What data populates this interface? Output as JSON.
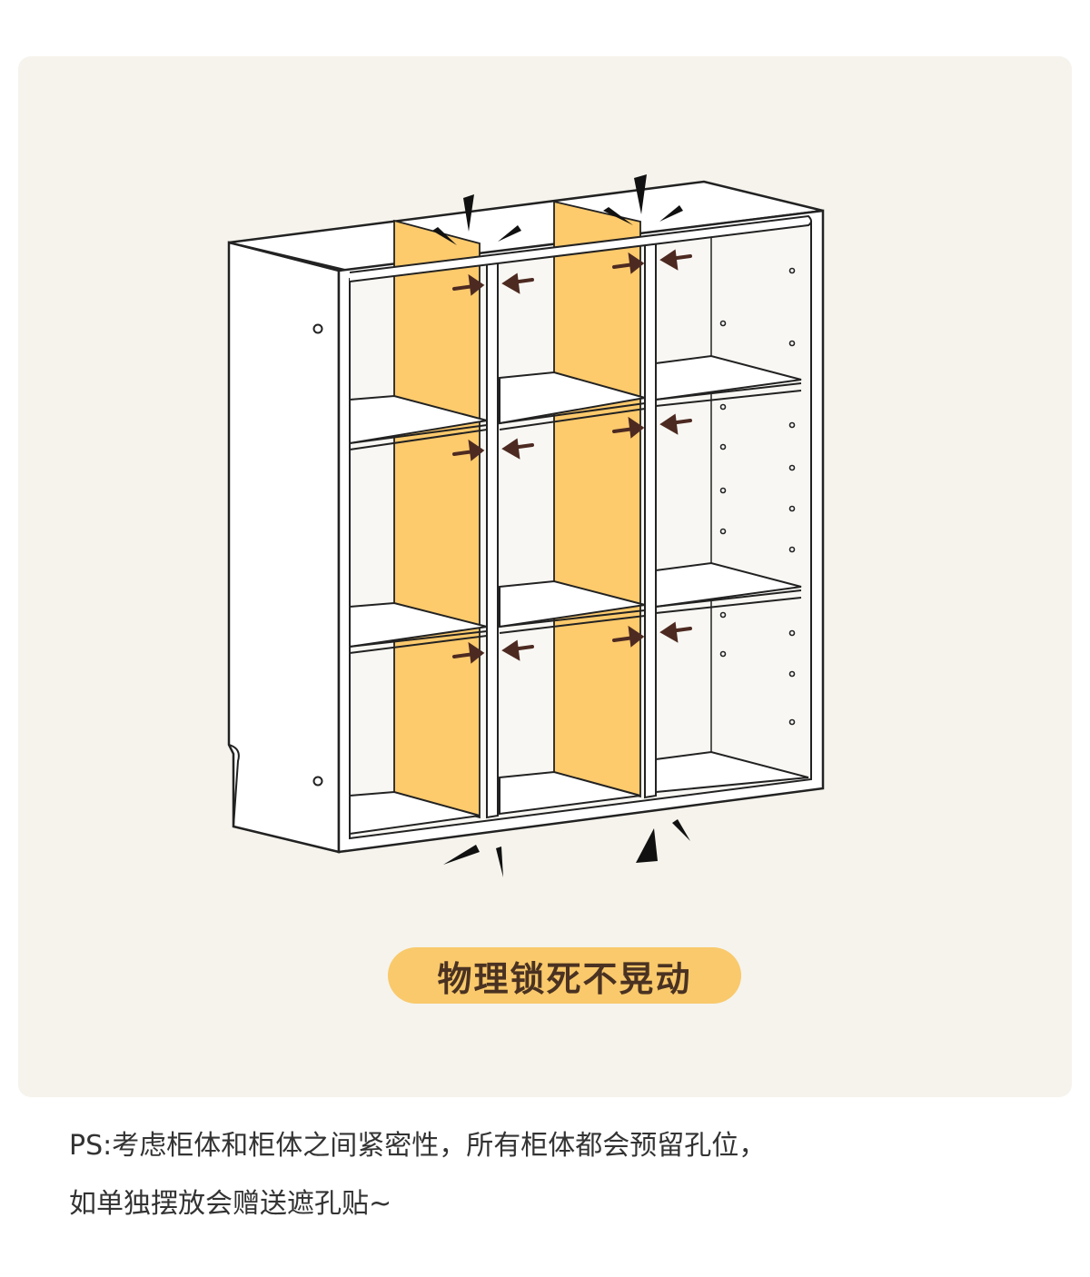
{
  "badge": {
    "text": "物理锁死不晃动"
  },
  "note": {
    "line1": "PS:考虑柜体和柜体之间紧密性，所有柜体都会预留孔位，",
    "line2": "如单独摆放会赠送遮孔贴~"
  },
  "colors": {
    "background": "#f5f3ec",
    "panel_yellow": "#fdca6c",
    "arrow": "#4d2a21",
    "outline": "#222222"
  },
  "icons": [
    "inward-arrow-icon",
    "impact-mark-icon"
  ]
}
